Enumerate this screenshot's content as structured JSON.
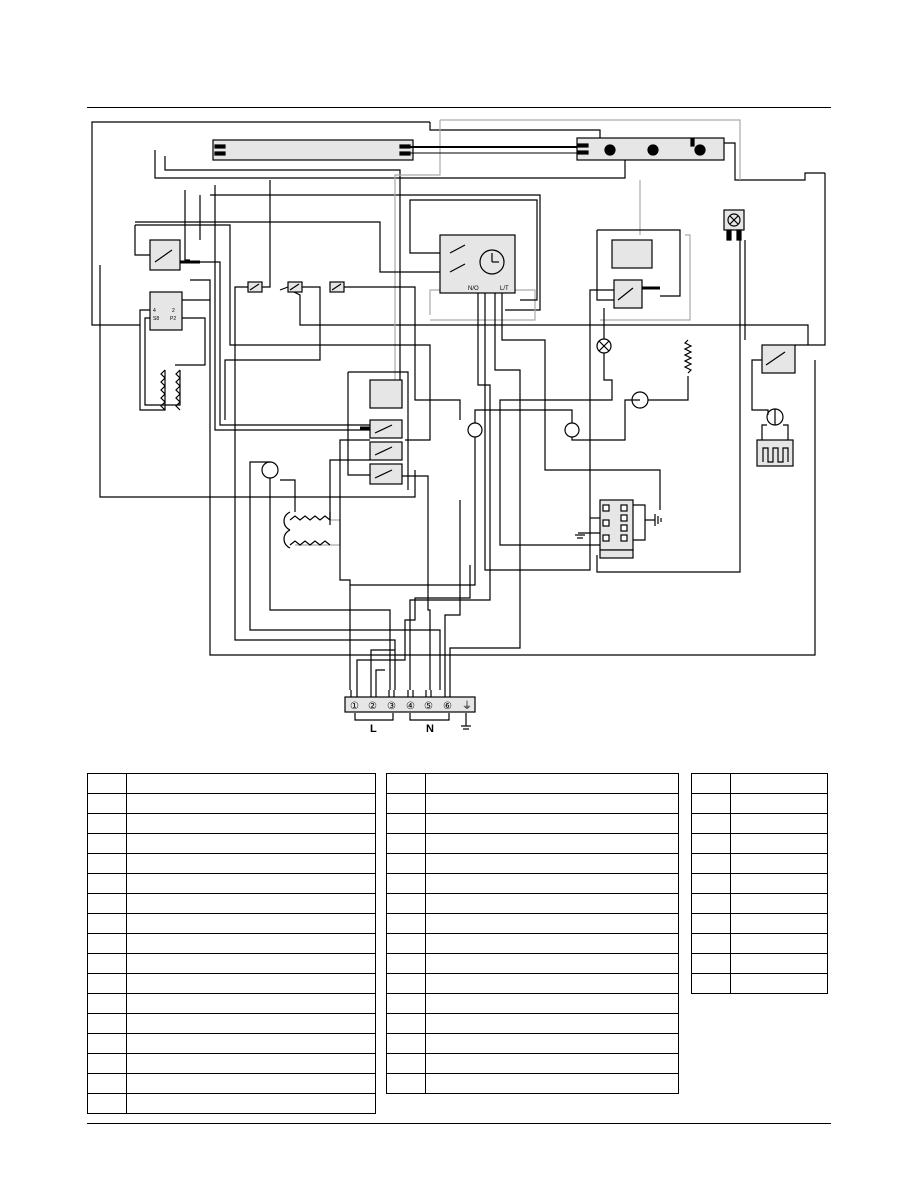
{
  "terminal_block": {
    "terminals": [
      "①",
      "②",
      "③",
      "④",
      "⑤",
      "⑥",
      "⏚"
    ],
    "groups": [
      {
        "label": "L"
      },
      {
        "label": "N"
      }
    ]
  },
  "component_labels": {
    "timer_left": "N/O",
    "timer_right": "L/T"
  },
  "legend_tables": [
    {
      "rows": 17
    },
    {
      "rows": 16
    },
    {
      "rows": 11
    }
  ]
}
